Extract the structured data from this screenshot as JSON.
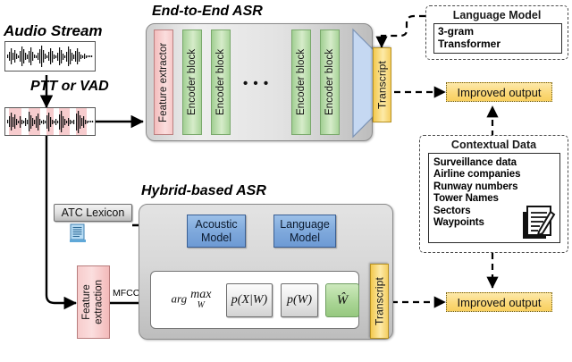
{
  "diagram": {
    "title_e2e": "End-to-End ASR",
    "title_hybrid": "Hybrid-based ASR",
    "audio_stream_label": "Audio Stream",
    "ptt_vad_label": "PTT or VAD",
    "mfcc_label": "MFCC"
  },
  "e2e": {
    "feature_extractor": "Feature extractor",
    "encoder_blocks": [
      "Encoder block",
      "Encoder block",
      "Encoder block",
      "Encoder block"
    ],
    "ellipsis": "• • •",
    "transcript": "Transcript"
  },
  "hybrid": {
    "acoustic_model": "Acoustic\nModel",
    "acoustic_model_line1": "Acoustic",
    "acoustic_model_line2": "Model",
    "language_model_line1": "Language",
    "language_model_line2": "Model",
    "argmax_arg": "arg",
    "argmax_max": "max",
    "argmax_sub": "W",
    "p_x_given_w": "p(X|W)",
    "p_w": "p(W)",
    "w_hat": "Ŵ",
    "transcript": "Transcript",
    "atc_lexicon": "ATC Lexicon",
    "feature_extraction": "Feature\nextraction",
    "feature_extraction_line1": "Feature",
    "feature_extraction_line2": "extraction"
  },
  "language_model_panel": {
    "header": "Language Model",
    "items": [
      "3-gram",
      "Transformer"
    ]
  },
  "contextual_data_panel": {
    "header": "Contextual Data",
    "items": [
      "Surveillance data",
      "Airline companies",
      "Runway numbers",
      "Tower Names",
      "Sectors",
      "Waypoints"
    ]
  },
  "outputs": {
    "improved_output_top": "Improved output",
    "improved_output_bottom": "Improved output"
  },
  "colors": {
    "feature_pink": "#f6c9c9",
    "encoder_green": "#a9d49a",
    "transcript_yellow": "#f5cf63",
    "model_blue": "#7fa9dc",
    "improved_amber": "#fbd97a",
    "wave_highlight": "#f7ccce"
  }
}
